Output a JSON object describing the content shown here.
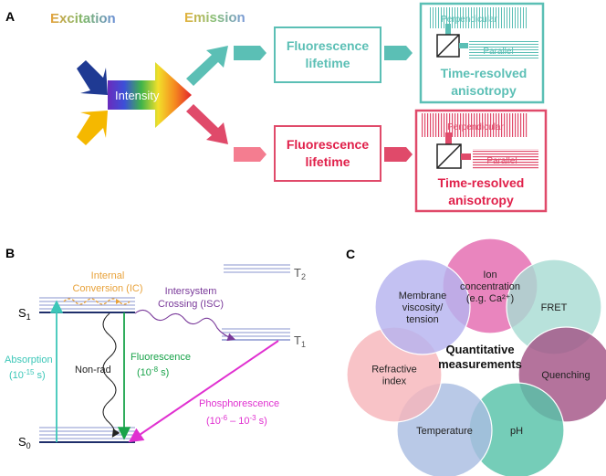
{
  "panel_a": {
    "label": "A",
    "excitation": "Excitation",
    "emission": "Emission",
    "intensity": "Intensity",
    "teal_box": [
      "Fluorescence",
      "lifetime"
    ],
    "red_box": [
      "Fluorescence",
      "lifetime"
    ],
    "teal_aniso": {
      "perpendicular": "Perpendicular",
      "parallel": "Parallel",
      "title": [
        "Time-resolved",
        "anisotropy"
      ]
    },
    "red_aniso": {
      "perpendicular": "Perpendicular",
      "parallel": "Parallel",
      "title": [
        "Time-resolved",
        "anisotropy"
      ]
    },
    "colors": {
      "teal": "#5bbfb5",
      "red": "#e04a6a",
      "blue": "#1f3a93",
      "yellow": "#f5b800"
    }
  },
  "panel_b": {
    "label": "B",
    "s0": "S",
    "s0_sub": "0",
    "s1": "S",
    "s1_sub": "1",
    "t1": "T",
    "t1_sub": "1",
    "t2": "T",
    "t2_sub": "2",
    "internal_conversion": [
      "Internal",
      "Conversion (IC)"
    ],
    "intersystem_crossing": [
      "Intersystem",
      "Crossing (ISC)"
    ],
    "absorption": {
      "label": "Absorption",
      "time_base": "(10",
      "time_exp": "-15",
      "time_unit": " s)"
    },
    "fluorescence": {
      "label": "Fluorescence",
      "time_base": "(10",
      "time_exp": "-8",
      "time_unit": " s)"
    },
    "non_rad": "Non-rad",
    "phosphorescence": {
      "label": "Phosphorescence",
      "time_a": "(10",
      "exp_a": "-6",
      "dash": " – 10",
      "exp_b": "-3",
      "time_unit": " s)"
    }
  },
  "panel_c": {
    "label": "C",
    "center": [
      "Quantitative",
      "measurements"
    ],
    "circles": [
      {
        "lines": [
          "Ion",
          "concentration",
          "(e.g. Ca²⁺)"
        ],
        "color": "#e46ab0"
      },
      {
        "lines": [
          "FRET"
        ],
        "color": "#a8dcd3"
      },
      {
        "lines": [
          "Quenching"
        ],
        "color": "#a45486"
      },
      {
        "lines": [
          "pH"
        ],
        "color": "#57c2a8"
      },
      {
        "lines": [
          "Temperature"
        ],
        "color": "#a9bde2"
      },
      {
        "lines": [
          "Refractive",
          "index"
        ],
        "color": "#f6b6bb"
      },
      {
        "lines": [
          "Membrane",
          "viscosity/",
          "tension"
        ],
        "color": "#b6b3ef"
      }
    ]
  }
}
